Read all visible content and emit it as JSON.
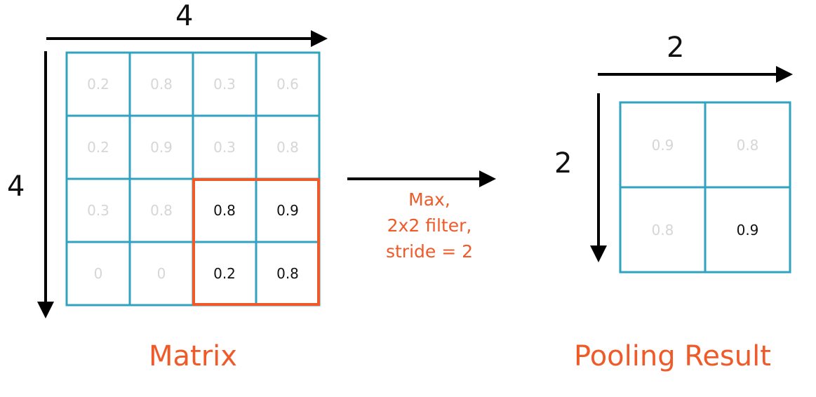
{
  "colors": {
    "grid": "#2fa3bf",
    "highlight": "#f05a28",
    "faded_text": "#d6d6d6",
    "text": "#111111"
  },
  "matrix": {
    "label": "Matrix",
    "width_label": "4",
    "height_label": "4",
    "rows": [
      [
        "0.2",
        "0.8",
        "0.3",
        "0.6"
      ],
      [
        "0.2",
        "0.9",
        "0.3",
        "0.8"
      ],
      [
        "0.3",
        "0.8",
        "0.8",
        "0.9"
      ],
      [
        "0",
        "0",
        "0.2",
        "0.8"
      ]
    ],
    "highlighted_cells": [
      [
        2,
        2
      ],
      [
        2,
        3
      ],
      [
        3,
        2
      ],
      [
        3,
        3
      ]
    ]
  },
  "operation": {
    "line1": "Max,",
    "line2": "2x2 filter,",
    "line3": "stride = 2"
  },
  "result": {
    "label": "Pooling Result",
    "width_label": "2",
    "height_label": "2",
    "rows": [
      [
        "0.9",
        "0.8"
      ],
      [
        "0.8",
        "0.9"
      ]
    ],
    "highlighted_cells": [
      [
        1,
        1
      ]
    ]
  }
}
